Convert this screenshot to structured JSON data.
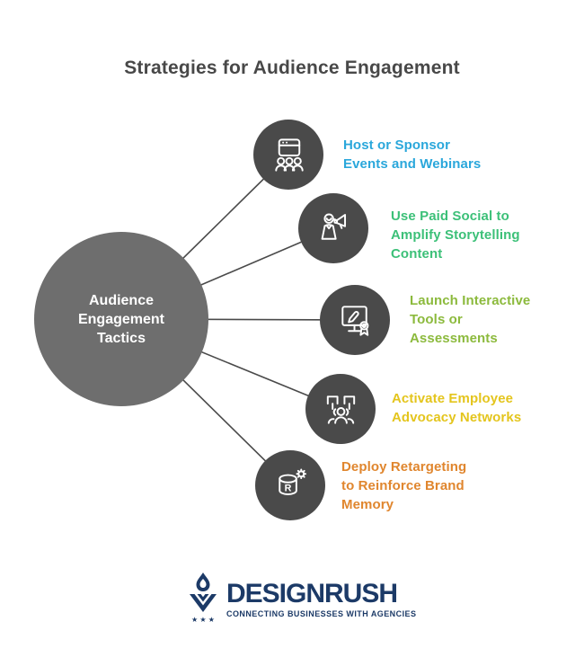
{
  "title": "Strategies for Audience Engagement",
  "palette": {
    "title_text": "#484848",
    "center_circle_fill": "#6E6E6E",
    "node_circle_fill": "#4A4A4A",
    "connector_line": "#4A4A4A",
    "center_text": "#FFFFFF"
  },
  "center": {
    "lines": [
      "Audience",
      "Engagement",
      "Tactics"
    ]
  },
  "nodes": [
    {
      "icon": "webinar-audience-icon",
      "color": "#2AA7DB",
      "lines": [
        "Host or Sponsor",
        "Events and Webinars"
      ]
    },
    {
      "icon": "person-megaphone-icon",
      "color": "#3CC078",
      "lines": [
        "Use Paid Social to",
        "Amplify Storytelling",
        "Content"
      ]
    },
    {
      "icon": "interactive-tools-icon",
      "color": "#8CBA3D",
      "lines": [
        "Launch Interactive",
        "Tools or",
        "Assessments"
      ]
    },
    {
      "icon": "employee-advocacy-icon",
      "color": "#E4C51D",
      "lines": [
        "Activate Employee",
        "Advocacy Networks"
      ]
    },
    {
      "icon": "retargeting-database-icon",
      "color": "#E0862E",
      "lines": [
        "Deploy Retargeting",
        "to Reinforce Brand",
        "Memory"
      ],
      "icon_letter": "R"
    }
  ],
  "footer": {
    "brand": "DESIGNRUSH",
    "tagline": "CONNECTING BUSINESSES WITH AGENCIES",
    "stars": "★ ★ ★",
    "color": "#1C3A67"
  }
}
